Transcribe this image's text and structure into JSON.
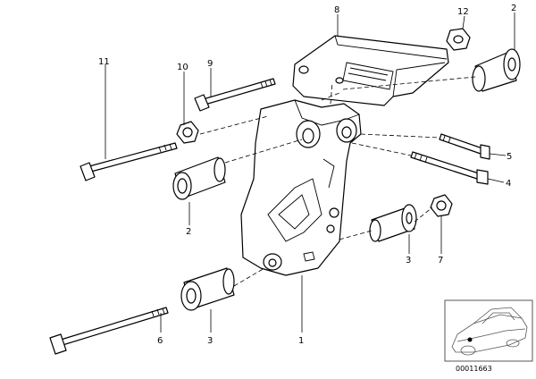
{
  "callouts": {
    "c1": "1",
    "c2a": "2",
    "c2b": "2",
    "c3a": "3",
    "c3b": "3",
    "c4": "4",
    "c5": "5",
    "c6": "6",
    "c7": "7",
    "c8": "8",
    "c9": "9",
    "c10": "10",
    "c11": "11",
    "c12": "12"
  },
  "reference_number": "00011663"
}
